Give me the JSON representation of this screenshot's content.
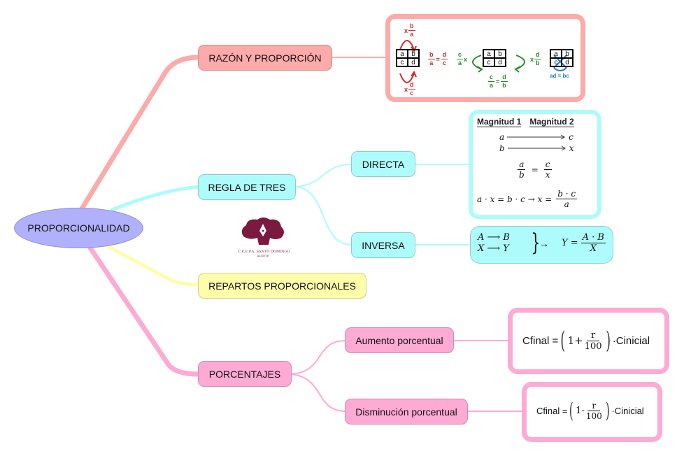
{
  "root": {
    "label": "PROPORCIONALIDAD",
    "color": "#b0b0fb"
  },
  "branches": {
    "razon": {
      "label": "RAZÓN Y PROPORCIÓN",
      "color": "#fdaaaa",
      "image": {
        "grid_cells": [
          "a",
          "b",
          "c",
          "d"
        ],
        "left": {
          "top_mult": "x",
          "top_num": "b",
          "top_den": "a",
          "bottom_mult": "x",
          "bottom_num": "d",
          "bottom_den": "c",
          "eq_l_num": "b",
          "eq_l_den": "a",
          "eq_sign": "=",
          "eq_r_num": "d",
          "eq_r_den": "c"
        },
        "middle": {
          "left_num": "c",
          "left_den": "a",
          "left_mult": "x",
          "right_mult": "x",
          "right_num": "d",
          "right_den": "b",
          "eq_l_num": "c",
          "eq_l_den": "a",
          "eq_sign": "=",
          "eq_r_num": "d",
          "eq_r_den": "b"
        },
        "right": {
          "caption": "ad = bc"
        },
        "colors": {
          "red": "#d42a2a",
          "green": "#2a8a2a",
          "blue": "#2a7ad4"
        }
      }
    },
    "regla": {
      "label": "REGLA DE TRES",
      "color": "#aefbfb",
      "directa": {
        "label": "DIRECTA",
        "image": {
          "header1": "Magnitud 1",
          "header2": "Magnitud 2",
          "row1_left": "a",
          "row1_right": "c",
          "row2_left": "b",
          "row2_right": "x",
          "frac_l_num": "a",
          "frac_l_den": "b",
          "eq": "=",
          "frac_r_num": "c",
          "frac_r_den": "x",
          "final_lhs": "a · x = b · c → x =",
          "final_num": "b · c",
          "final_den": "a"
        }
      },
      "inversa": {
        "label": "INVERSA",
        "image": {
          "row1": "A ⟶ B",
          "row2": "X ⟶ Y",
          "brace": "}",
          "arrow": "→",
          "lhs": "Y =",
          "num": "A · B",
          "den": "X"
        }
      }
    },
    "repartos": {
      "label": "REPARTOS PROPORCIONALES",
      "color": "#fdfdaa"
    },
    "porcentajes": {
      "label": "PORCENTAJES",
      "color": "#fdaad4",
      "aumento": {
        "label": "Aumento porcentual",
        "formula": {
          "lhs": "Cfinal =",
          "inner": "1+",
          "num": "r",
          "den": "100",
          "rhs": "·Cinicial"
        }
      },
      "disminucion": {
        "label": "Disminución porcentual",
        "formula": {
          "lhs": "Cfinal =",
          "inner": "1-",
          "num": "r",
          "den": "100",
          "rhs": "·Cinicial"
        }
      }
    }
  },
  "logo": {
    "name": "C.E.E.P.A. SANTO DOMINGO",
    "subtitle": "ALGETE",
    "color": "#7a1a3e"
  }
}
